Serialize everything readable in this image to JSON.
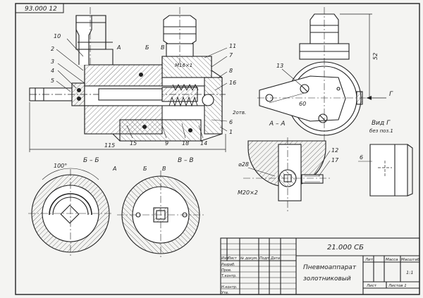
{
  "stamp_code": "93.000 12",
  "drawing_code": "21.000 СБ",
  "product_name_line1": "Пневмоаппарат",
  "product_name_line2": "золотниковый",
  "scale_value": "1:1",
  "title_block": {
    "lit_header": "Лит.",
    "mass_header": "Масса",
    "scale_header": "Масштаб",
    "sheet_label": "Лист",
    "sheets_label": "Листов 1",
    "rev_cols": [
      "Изм",
      "Лист",
      "№ докум.",
      "Подп.",
      "Дата"
    ],
    "role_rows": [
      "Разраб.",
      "Пров.",
      "Т.контр.",
      "",
      "Н.контр.",
      "Утв."
    ]
  },
  "views": {
    "section_bb": "Б – Б",
    "section_vv": "В – В",
    "section_aa": "А – А",
    "view_g": "Вид Г",
    "view_g_note": "без поз.1"
  },
  "labels": {
    "a": "А",
    "b": "Б",
    "v": "В",
    "g": "Г"
  },
  "dims": {
    "d115": "115",
    "d52": "52",
    "d60": "60",
    "d6": "6",
    "d100": "100°",
    "d_phi28": "⌀28",
    "thread_m20": "M20×2",
    "thread_m16": "M16×1",
    "note_2otv": "2отв."
  },
  "positions": [
    "1",
    "2",
    "3",
    "4",
    "5",
    "6",
    "7",
    "8",
    "9",
    "10",
    "11",
    "12",
    "13",
    "14",
    "15",
    "16",
    "17",
    "18"
  ]
}
